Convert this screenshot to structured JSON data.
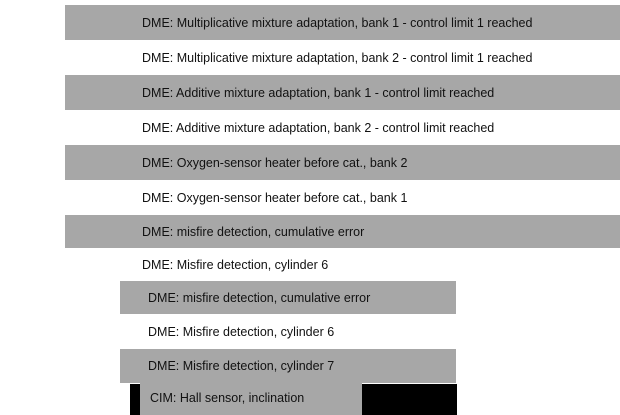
{
  "faults_primary": [
    {
      "text": "DME: Multiplicative mixture adaptation, bank 1 - control limit 1 reached",
      "shade": "grey"
    },
    {
      "text": "DME: Multiplicative mixture adaptation, bank 2 - control limit 1 reached",
      "shade": "white"
    },
    {
      "text": "DME: Additive mixture adaptation, bank 1 - control limit reached",
      "shade": "grey"
    },
    {
      "text": "DME: Additive mixture adaptation, bank 2 - control limit reached",
      "shade": "white"
    },
    {
      "text": "DME: Oxygen-sensor heater before cat., bank 2",
      "shade": "grey"
    },
    {
      "text": "DME: Oxygen-sensor heater before cat., bank 1",
      "shade": "white"
    },
    {
      "text": "DME: misfire detection, cumulative error",
      "shade": "grey"
    },
    {
      "text": "DME: Misfire detection, cylinder 6",
      "shade": "white"
    }
  ],
  "faults_secondary": [
    {
      "text": "DME: misfire detection, cumulative error",
      "shade": "grey"
    },
    {
      "text": "DME: Misfire detection, cylinder 6",
      "shade": "white"
    },
    {
      "text": "DME: Misfire detection, cylinder 7",
      "shade": "grey"
    }
  ],
  "faults_tertiary": [
    {
      "text": "CIM: Hall sensor, inclination",
      "shade": "grey"
    }
  ],
  "colors": {
    "row_grey": "#a7a7a7",
    "row_white": "#ffffff",
    "text": "#111111",
    "bar_black": "#000000"
  }
}
